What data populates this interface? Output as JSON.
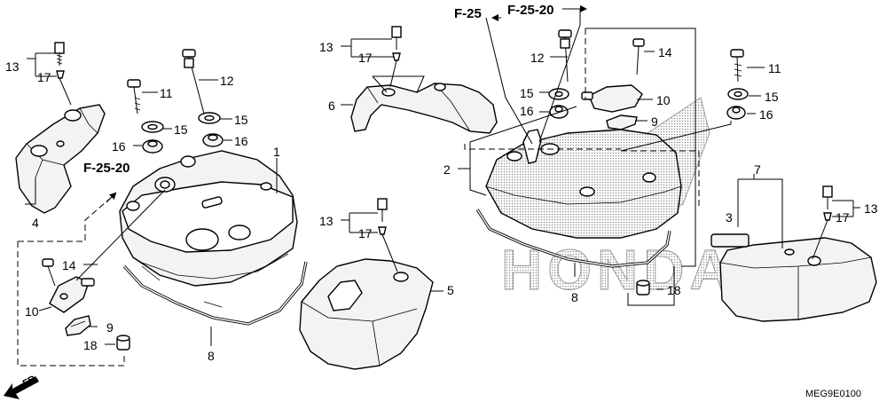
{
  "labels": {
    "p1": "1",
    "p2": "2",
    "p3": "3",
    "p4": "4",
    "p5": "5",
    "p6": "6",
    "p7": "7",
    "p8a": "8",
    "p8b": "8",
    "p9a": "9",
    "p9b": "9",
    "p10a": "10",
    "p10b": "10",
    "p11a": "11",
    "p11b": "11",
    "p12a": "12",
    "p12b": "12",
    "p13a": "13",
    "p13b": "13",
    "p13c": "13",
    "p13d": "13",
    "p14a": "14",
    "p14b": "14",
    "p15a": "15",
    "p15b": "15",
    "p15c": "15",
    "p16a": "16",
    "p16b": "16",
    "p16c": "16",
    "p17a": "17",
    "p17b": "17",
    "p17c": "17",
    "p17d": "17",
    "p18a": "18",
    "p18b": "18"
  },
  "refs": {
    "f25": "F-25",
    "f2520_top": "F-25-20",
    "f2520_left": "F-25-20"
  },
  "direction": {
    "text": "FR."
  },
  "diagram_code": "MEG9E0100",
  "watermark": "HONDA"
}
